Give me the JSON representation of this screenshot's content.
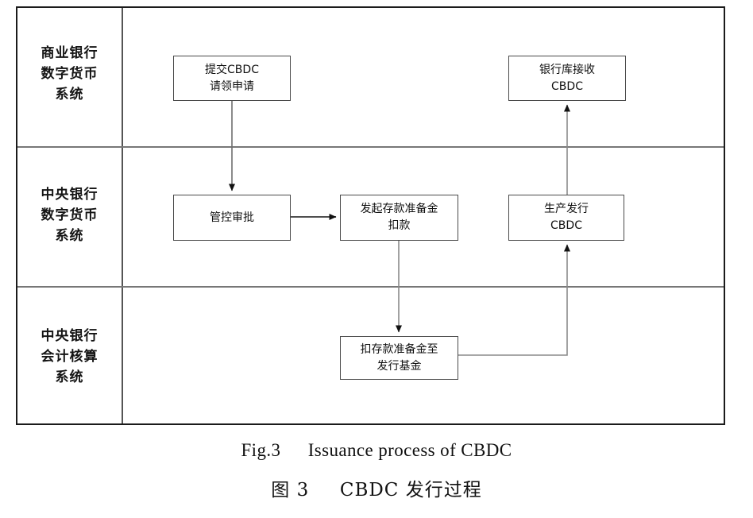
{
  "figure": {
    "caption_en": "Fig.3    Issuance process of CBDC",
    "caption_en_label": "Fig.3",
    "caption_en_text": "Issuance process of CBDC",
    "caption_zh_label": "图 3",
    "caption_zh_text": "CBDC 发行过程"
  },
  "lanes": [
    {
      "id": "commercial-bank",
      "lines": [
        "商业银行",
        "数字货币",
        "系统"
      ]
    },
    {
      "id": "central-bank-digital-currency",
      "lines": [
        "中央银行",
        "数字货币",
        "系统"
      ]
    },
    {
      "id": "central-bank-accounting",
      "lines": [
        "中央银行",
        "会计核算",
        "系统"
      ]
    }
  ],
  "nodes": [
    {
      "id": "submit-cbdc-request",
      "lane": "commercial-bank",
      "lines": [
        "提交CBDC",
        "请领申请"
      ]
    },
    {
      "id": "bank-vault-receives-cbdc",
      "lane": "commercial-bank",
      "lines": [
        "银行库接收",
        "CBDC"
      ]
    },
    {
      "id": "control-approval",
      "lane": "central-bank-digital-currency",
      "lines": [
        "管控审批"
      ]
    },
    {
      "id": "initiate-reserve-deduction",
      "lane": "central-bank-digital-currency",
      "lines": [
        "发起存款准备金",
        "扣款"
      ]
    },
    {
      "id": "produce-issue-cbdc",
      "lane": "central-bank-digital-currency",
      "lines": [
        "生产发行",
        "CBDC"
      ]
    },
    {
      "id": "deduct-reserve-to-issuance-fund",
      "lane": "central-bank-accounting",
      "lines": [
        "扣存款准备金至",
        "发行基金"
      ]
    }
  ],
  "edges": [
    {
      "id": "submit-to-approval",
      "from": "submit-cbdc-request",
      "to": "control-approval",
      "style": "straight-down"
    },
    {
      "id": "approval-to-reserve-deduction",
      "from": "control-approval",
      "to": "initiate-reserve-deduction",
      "style": "straight-right"
    },
    {
      "id": "reserve-deduction-to-issuance-fund",
      "from": "initiate-reserve-deduction",
      "to": "deduct-reserve-to-issuance-fund",
      "style": "straight-down"
    },
    {
      "id": "issuance-fund-to-produce-cbdc",
      "from": "deduct-reserve-to-issuance-fund",
      "to": "produce-issue-cbdc",
      "style": "elbow-right-up"
    },
    {
      "id": "produce-cbdc-to-bank-vault",
      "from": "produce-issue-cbdc",
      "to": "bank-vault-receives-cbdc",
      "style": "straight-up"
    }
  ],
  "colors": {
    "frame_border": "#1b1b1b",
    "lane_divider": "#777777",
    "node_border": "#4a4a4a",
    "connector": "#6e6e6e",
    "arrowhead": "#121212",
    "text": "#101010",
    "background": "#ffffff"
  }
}
